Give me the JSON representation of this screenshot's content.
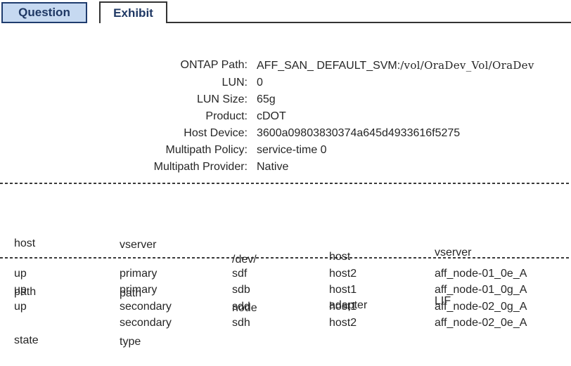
{
  "tabs": {
    "question": {
      "label": "Question",
      "active": false
    },
    "exhibit": {
      "label": "Exhibit",
      "active": true
    }
  },
  "properties": [
    {
      "label": "ONTAP Path:",
      "value": "AFF_SAN_ DEFAULT_SVM:",
      "value_path": "/vol/OraDev_Vol/OraDev"
    },
    {
      "label": "LUN:",
      "value": "0"
    },
    {
      "label": "LUN Size:",
      "value": "65g"
    },
    {
      "label": "Product:",
      "value": "cDOT"
    },
    {
      "label": "Host Device:",
      "value": "3600a09803830374a645d4933616f5275"
    },
    {
      "label": "Multipath Policy:",
      "value": "service-time 0"
    },
    {
      "label": "Multipath Provider:",
      "value": "Native"
    }
  ],
  "path_table": {
    "headers": [
      {
        "lines": [
          "host",
          "path",
          "state"
        ]
      },
      {
        "lines": [
          "vserver",
          "path",
          "type"
        ]
      },
      {
        "lines": [
          "/dev/",
          "node"
        ]
      },
      {
        "lines": [
          "host",
          "adapter"
        ]
      },
      {
        "lines": [
          "vserver",
          "LIF"
        ]
      }
    ],
    "rows": [
      {
        "cells": [
          "up",
          "primary",
          "sdf",
          "host2",
          "aff_node-01_0e_A"
        ]
      },
      {
        "cells": [
          "up",
          "primary",
          "sdb",
          "host1",
          "aff_node-01_0g_A"
        ]
      },
      {
        "cells": [
          "up",
          "secondary",
          "sdd",
          "host1",
          "aff_node-02_0g_A"
        ]
      },
      {
        "cells": [
          "",
          "secondary",
          "sdh",
          "host2",
          "aff_node-02_0e_A"
        ]
      }
    ]
  },
  "colors": {
    "question_tab_fill": "#c6d9f1",
    "question_tab_border": "#1f3c6e",
    "tab_text": "#1f3864",
    "exhibit_tab_border": "#333333",
    "body_text": "#262626",
    "divider": "#3a3a3a"
  }
}
